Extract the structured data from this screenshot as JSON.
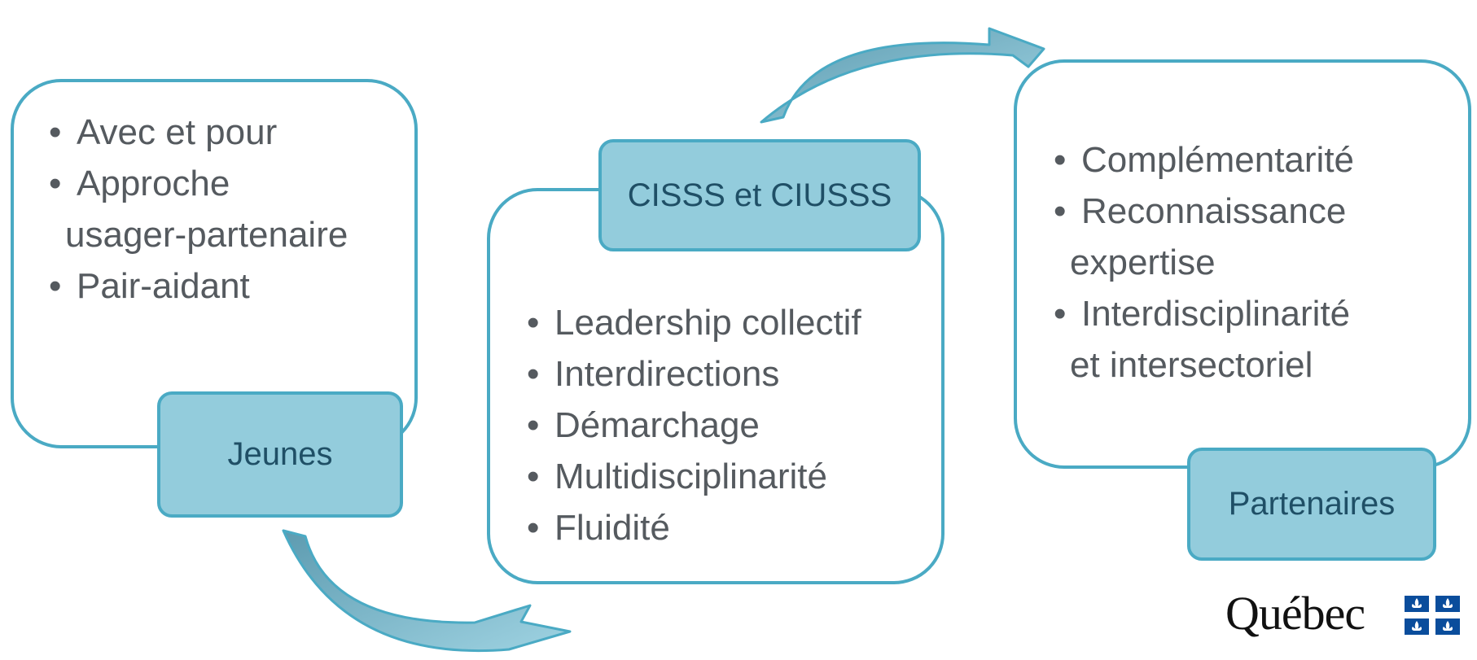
{
  "stages": [
    {
      "label": "Jeunes",
      "bullets": [
        {
          "text": "Avec et pour"
        },
        {
          "text": "Approche",
          "continuation": "usager-partenaire"
        },
        {
          "text": "Pair-aidant"
        }
      ]
    },
    {
      "label": "CISSS et CIUSSS",
      "bullets": [
        {
          "text": "Leadership collectif"
        },
        {
          "text": "Interdirections"
        },
        {
          "text": "Démarchage"
        },
        {
          "text": "Multidisciplinarité"
        },
        {
          "text": "Fluidité"
        }
      ]
    },
    {
      "label": "Partenaires",
      "bullets": [
        {
          "text": "Complémentarité"
        },
        {
          "text": "Reconnaissance",
          "continuation": "expertise"
        },
        {
          "text": "Interdisciplinarité",
          "continuation": "et intersectoriel"
        }
      ]
    }
  ],
  "logo": {
    "wordmark": "Québec",
    "icon": "fleur-de-lis-flag-icon"
  },
  "colors": {
    "box_border": "#4aaac4",
    "label_fill": "#93ccdc",
    "label_text": "#1f4f66",
    "bullet_text": "#555a5f",
    "arrow_fill": "#6aa8bc",
    "logo_blue": "#0a4d9c"
  }
}
